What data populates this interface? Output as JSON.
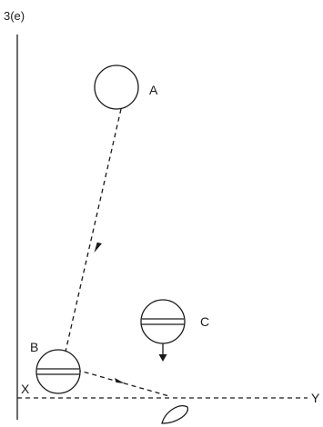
{
  "figure": {
    "label": "3(e)"
  },
  "points": {
    "a": "A",
    "b": "B",
    "c": "C"
  },
  "axis": {
    "x_label": "X",
    "y_label": "Y"
  }
}
